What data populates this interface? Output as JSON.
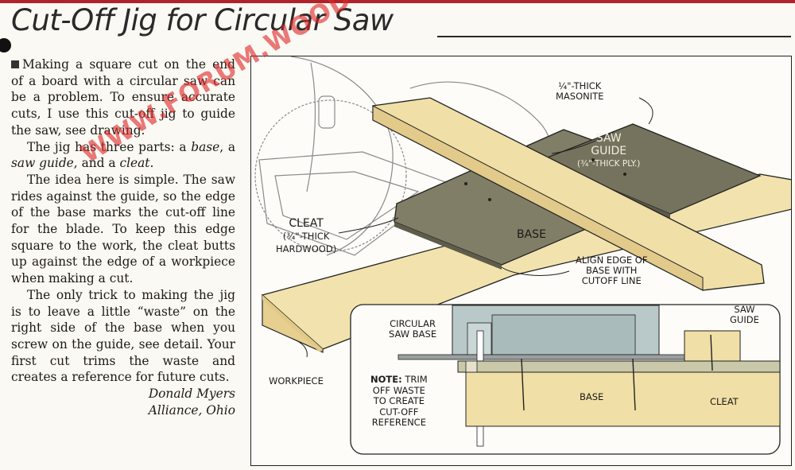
{
  "article": {
    "title": "Cut-Off Jig for Circular Saw",
    "paragraphs": {
      "p1": "Making a square cut on the end of a board with a circular saw can be a problem. To ensure accurate cuts, I use this cut-off jig to guide the saw, see drawing.",
      "p2_a": "The jig has three parts: a ",
      "p2_b": "base",
      "p2_c": ", a ",
      "p2_d": "saw guide",
      "p2_e": ", and a ",
      "p2_f": "cleat",
      "p2_g": ".",
      "p3": "The idea here is simple. The saw rides against the guide, so the edge of the base marks the cut-off line for the blade. To keep this edge square to the work, the cleat butts up against the edge of a workpiece when making a cut.",
      "p4": "The only trick to making the jig is to leave a little “waste” on the right side of the base when you screw on the guide, see detail. Your first cut trims the waste and creates a reference for future cuts."
    },
    "author": "Donald Myers",
    "location": "Alliance, Ohio"
  },
  "figure": {
    "labels": {
      "masonite_1": "¼\"-THICK",
      "masonite_2": "MASONITE",
      "saw_guide_1": "SAW",
      "saw_guide_2": "GUIDE",
      "saw_guide_3": "(¾\"-THICK PLY.)",
      "cleat_1": "CLEAT",
      "cleat_2": "(¾\"-THICK",
      "cleat_3": "HARDWOOD)",
      "base": "BASE",
      "align_1": "ALIGN EDGE OF",
      "align_2": "BASE WITH",
      "align_3": "CUTOFF LINE",
      "workpiece": "WORKPIECE",
      "circ_1": "CIRCULAR",
      "circ_2": "SAW BASE",
      "detail_guide_1": "SAW",
      "detail_guide_2": "GUIDE",
      "note_head": "NOTE:",
      "note_1": " TRIM",
      "note_2": "OFF WASTE",
      "note_3": "TO CREATE",
      "note_4": "CUT-OFF",
      "note_5": "REFERENCE",
      "detail_base": "BASE",
      "detail_cleat": "CLEAT"
    }
  },
  "watermark": "WWW.FORUM.WOODTOOLS.RU от FOUNDRY",
  "colors": {
    "rule": "#b0232c",
    "wood": "#f0dfa6",
    "plywood": "#7f7d67",
    "saw_metal": "#b7c7c7",
    "watermark": "#de2828"
  }
}
